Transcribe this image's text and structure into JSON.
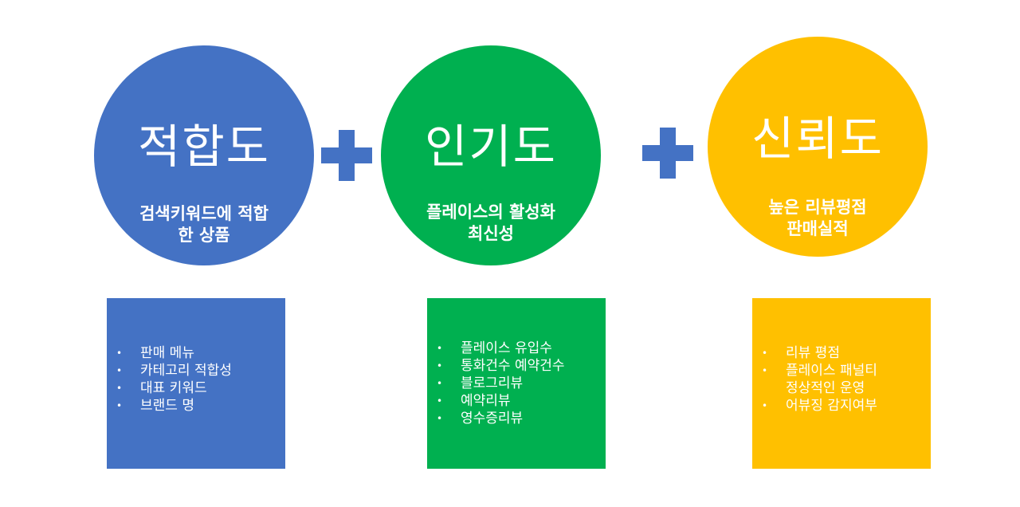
{
  "colors": {
    "blue": "#4472c4",
    "green": "#00b050",
    "yellow": "#ffc000",
    "text": "#ffffff"
  },
  "circles": [
    {
      "title": "적합도",
      "desc": [
        "검색키워드에 적합",
        "한 상품"
      ]
    },
    {
      "title": "인기도",
      "desc": [
        "플레이스의 활성화",
        "최신성"
      ]
    },
    {
      "title": "신뢰도",
      "desc": [
        "높은 리뷰평점",
        "판매실적"
      ]
    }
  ],
  "boxes": [
    {
      "items": [
        "판매 메뉴",
        "카테고리 적합성",
        "대표 키워드",
        "브랜드 명"
      ]
    },
    {
      "items": [
        "플레이스 유입수",
        "통화건수 예약건수",
        "블로그리뷰",
        "예약리뷰",
        "영수증리뷰"
      ]
    },
    {
      "items": [
        "리뷰 평점",
        "플레이스 패널티",
        "어뷰징 감지여부"
      ],
      "continuation": "정상적인 운영"
    }
  ],
  "plus_symbols": [
    "plus-icon",
    "plus-icon"
  ]
}
